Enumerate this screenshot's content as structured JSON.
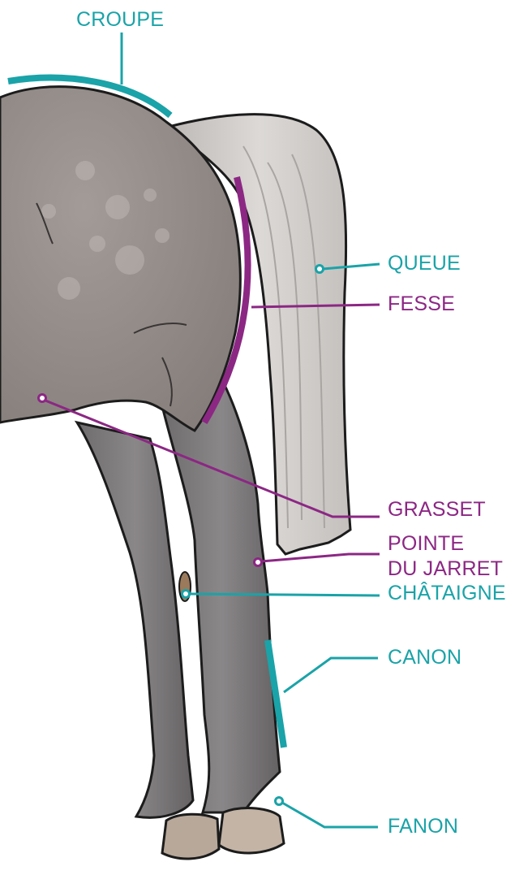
{
  "colors": {
    "teal": "#1aa3a8",
    "purple": "#8c2784",
    "coat": "#8e8683",
    "leg": "#777476",
    "tail": "#cdcac7",
    "outline": "#1c1c1c"
  },
  "labels": {
    "croupe": "CROUPE",
    "queue": "QUEUE",
    "fesse": "FESSE",
    "grasset": "GRASSET",
    "pointe_line1": "POINTE",
    "pointe_line2": "DU JARRET",
    "chataigne": "CHÂTAIGNE",
    "canon": "CANON",
    "fanon": "FANON"
  }
}
